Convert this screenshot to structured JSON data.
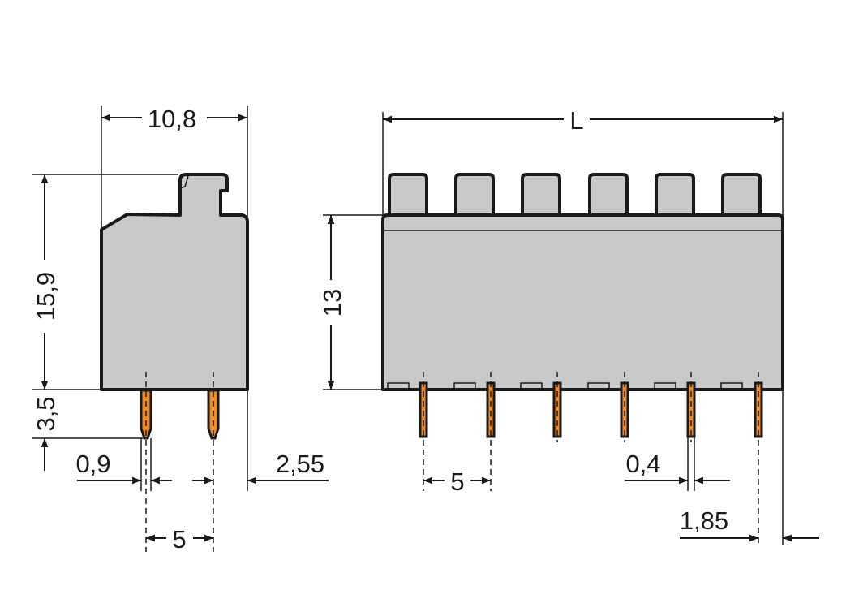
{
  "drawing": {
    "side_view": {
      "width_label": "10,8",
      "height_label": "15,9",
      "pin_length_label": "3,5",
      "pin_width_label": "0,9",
      "offset_label": "2,55",
      "pitch_label": "5"
    },
    "front_view": {
      "length_label": "L",
      "height_label": "13",
      "pitch_label": "5",
      "pin_thickness_label": "0,4",
      "edge_offset_label": "1,85",
      "pole_count": 6
    },
    "colors": {
      "housing": "#c8c9cb",
      "pin": "#f08a24",
      "line": "#1a1a1a"
    }
  }
}
